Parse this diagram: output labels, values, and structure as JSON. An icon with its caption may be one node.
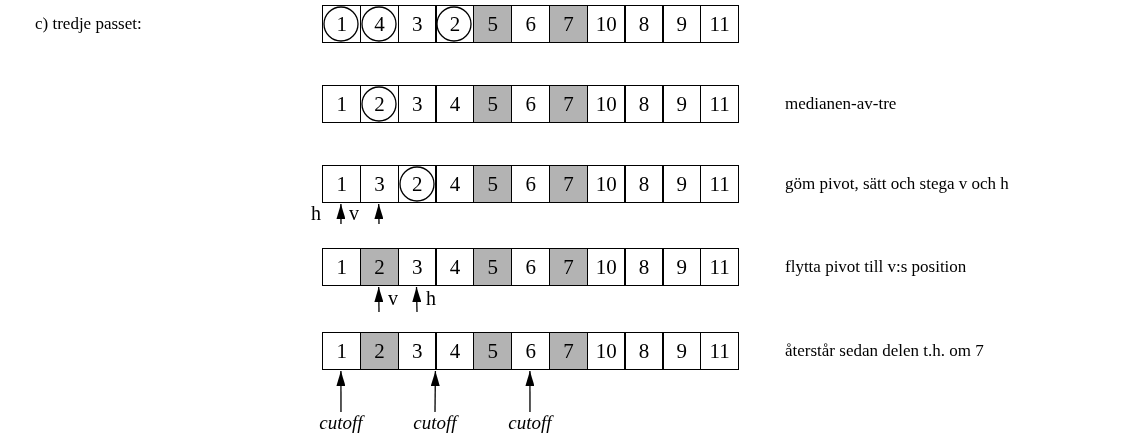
{
  "diagram": {
    "nodes": [
      {
        "text": [
          "1"
        ]
      },
      {
        "text": [
          "4"
        ]
      },
      {
        "text": [
          "3"
        ]
      },
      {
        "text": [
          "2"
        ]
      },
      {
        "text": [
          "5"
        ]
      },
      {
        "text": [
          "6"
        ]
      },
      {
        "text": [
          "7"
        ]
      },
      {
        "text": [
          "10"
        ]
      },
      {
        "text": [
          "8"
        ]
      },
      {
        "text": [
          "9"
        ]
      },
      {
        "text": [
          "11"
        ]
      },
      {
        "text": [
          "1"
        ]
      },
      {
        "text": [
          "2"
        ]
      },
      {
        "text": [
          "3"
        ]
      },
      {
        "text": [
          "4"
        ]
      },
      {
        "text": [
          "5"
        ]
      },
      {
        "text": [
          "6"
        ]
      },
      {
        "text": [
          "7"
        ]
      },
      {
        "text": [
          "10"
        ]
      },
      {
        "text": [
          "8"
        ]
      },
      {
        "text": [
          "9"
        ]
      },
      {
        "text": [
          "11"
        ]
      },
      {
        "text": [
          "1"
        ]
      },
      {
        "text": [
          "3"
        ]
      },
      {
        "text": [
          "2"
        ]
      },
      {
        "text": [
          "4"
        ]
      },
      {
        "text": [
          "5"
        ]
      },
      {
        "text": [
          "6"
        ]
      },
      {
        "text": [
          "7"
        ]
      },
      {
        "text": [
          "10"
        ]
      },
      {
        "text": [
          "8"
        ]
      },
      {
        "text": [
          "9"
        ]
      },
      {
        "text": [
          "11"
        ]
      },
      {
        "text": [
          "1"
        ]
      },
      {
        "text": [
          "2"
        ]
      },
      {
        "text": [
          "3"
        ]
      },
      {
        "text": [
          "4"
        ]
      },
      {
        "text": [
          "5"
        ]
      },
      {
        "text": [
          "6"
        ]
      },
      {
        "text": [
          "7"
        ]
      },
      {
        "text": [
          "10"
        ]
      },
      {
        "text": [
          "8"
        ]
      },
      {
        "text": [
          "9"
        ]
      },
      {
        "text": [
          "11"
        ]
      },
      {
        "text": [
          "1"
        ]
      },
      {
        "text": [
          "2"
        ]
      },
      {
        "text": [
          "3"
        ]
      },
      {
        "text": [
          "4"
        ]
      },
      {
        "text": [
          "5"
        ]
      },
      {
        "text": [
          "6"
        ]
      },
      {
        "text": [
          "7"
        ]
      },
      {
        "text": [
          "10"
        ]
      },
      {
        "text": [
          "8"
        ]
      },
      {
        "text": [
          "9"
        ]
      },
      {
        "text": [
          "11"
        ]
      },
      {
        "text": [
          "cutoff"
        ]
      },
      {
        "text": [
          "cutoff"
        ]
      },
      {
        "text": [
          "cutoff"
        ]
      }
    ],
    "edges": [
      {
        "from": null,
        "to": 22,
        "arrow": "to",
        "label": "h"
      },
      {
        "from": null,
        "to": 23,
        "arrow": "to",
        "label": "v"
      },
      {
        "from": null,
        "to": 34,
        "arrow": "to",
        "label": "v"
      },
      {
        "from": null,
        "to": 35,
        "arrow": "to",
        "label": "h"
      },
      {
        "from": 55,
        "to": 44,
        "arrow": "to"
      },
      {
        "from": 56,
        "to": 46,
        "arrow": "to"
      },
      {
        "from": 57,
        "to": 49,
        "arrow": "to"
      }
    ],
    "labels": [
      "c) tredje passet:",
      "medianen-av-tre",
      "göm pivot, sätt och stega v och h",
      "flytta pivot till v:s position",
      "återstår sedan delen t.h. om 7"
    ]
  }
}
